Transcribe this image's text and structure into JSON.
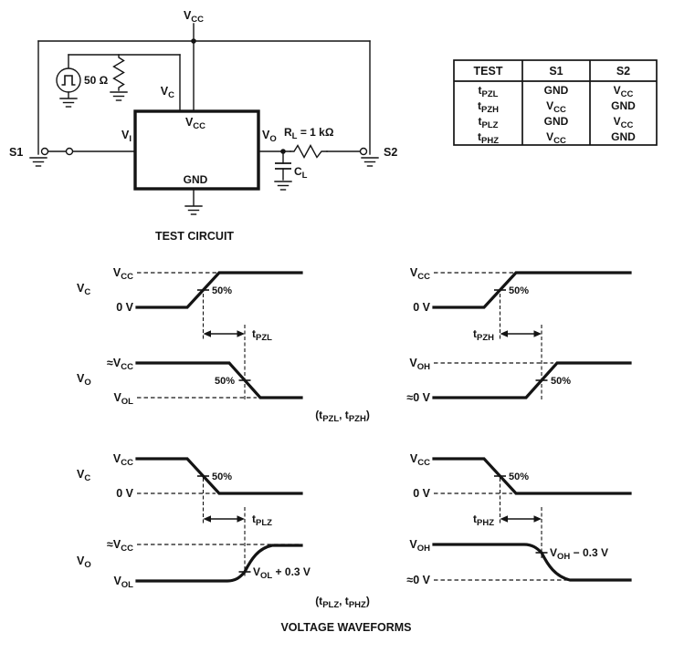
{
  "colors": {
    "ink": "#141414",
    "background": "#ffffff"
  },
  "circuit": {
    "title": "TEST CIRCUIT",
    "vcc_top": {
      "base": "V",
      "sub": "CC"
    },
    "source_resistor": "50 Ω",
    "vc": {
      "base": "V",
      "sub": "C"
    },
    "vcc_pin": {
      "base": "V",
      "sub": "CC"
    },
    "gnd_pin": "GND",
    "vi": {
      "base": "V",
      "sub": "I"
    },
    "vo": {
      "base": "V",
      "sub": "O"
    },
    "rl": {
      "base": "R",
      "sub": "L",
      "rest": " = 1 kΩ"
    },
    "cl": {
      "base": "C",
      "sub": "L"
    },
    "s1": "S1",
    "s2": "S2"
  },
  "table": {
    "headers": [
      "TEST",
      "S1",
      "S2"
    ],
    "rows": [
      {
        "test": {
          "base": "t",
          "sub": "PZL"
        },
        "s1": {
          "base": "GND",
          "sub": ""
        },
        "s2": {
          "base": "V",
          "sub": "CC"
        }
      },
      {
        "test": {
          "base": "t",
          "sub": "PZH"
        },
        "s1": {
          "base": "V",
          "sub": "CC"
        },
        "s2": {
          "base": "GND",
          "sub": ""
        }
      },
      {
        "test": {
          "base": "t",
          "sub": "PLZ"
        },
        "s1": {
          "base": "GND",
          "sub": ""
        },
        "s2": {
          "base": "V",
          "sub": "CC"
        }
      },
      {
        "test": {
          "base": "t",
          "sub": "PHZ"
        },
        "s1": {
          "base": "V",
          "sub": "CC"
        },
        "s2": {
          "base": "GND",
          "sub": ""
        }
      }
    ]
  },
  "waveforms": {
    "title": "VOLTAGE WAVEFORMS",
    "sym": {
      "vc": {
        "base": "V",
        "sub": "C"
      },
      "vo": {
        "base": "V",
        "sub": "O"
      },
      "vcc": {
        "base": "V",
        "sub": "CC"
      },
      "voh": {
        "base": "V",
        "sub": "OH"
      },
      "vol": {
        "base": "V",
        "sub": "OL"
      },
      "zero": "0 V",
      "approx_vcc_pre": "≈",
      "approx_zero": "≈0 V",
      "pct": "50%"
    },
    "t_pzl": {
      "base": "t",
      "sub": "PZL"
    },
    "t_pzh": {
      "base": "t",
      "sub": "PZH"
    },
    "t_plz": {
      "base": "t",
      "sub": "PLZ"
    },
    "t_phz": {
      "base": "t",
      "sub": "PHZ"
    },
    "vol_plus": {
      "base": "V",
      "sub": "OL",
      "rest": " + 0.3 V"
    },
    "voh_minus": {
      "base": "V",
      "sub": "OH",
      "rest": " − 0.3 V"
    },
    "caption_top": {
      "p1": "(t",
      "s1": "PZL",
      "p2": ", t",
      "s2": "PZH",
      "p3": ")"
    },
    "caption_bottom": {
      "p1": "(t",
      "s1": "PLZ",
      "p2": ", t",
      "s2": "PHZ",
      "p3": ")"
    }
  }
}
